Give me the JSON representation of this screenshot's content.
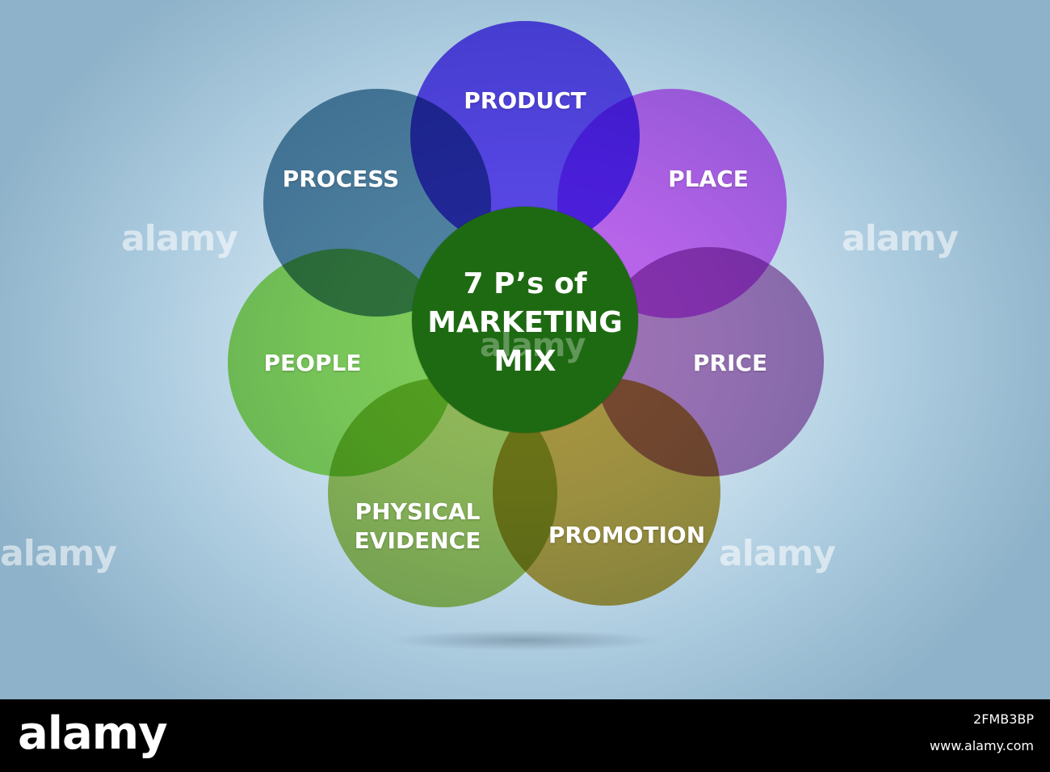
{
  "diagram": {
    "center_lines": [
      "7 P’s of",
      "MARKETING",
      "MIX"
    ],
    "petals": {
      "product": "PRODUCT",
      "place": "PLACE",
      "price": "PRICE",
      "promotion": "PROMOTION",
      "physical_evidence_line1": "PHYSICAL",
      "physical_evidence_line2": "EVIDENCE",
      "people": "PEOPLE",
      "process": "PROCESS"
    },
    "colors": {
      "product": "#6648e6",
      "place": "#d56af0",
      "price": "#b07ab8",
      "promotion": "#b79a3f",
      "physical_evidence": "#9fc25a",
      "people": "#8fd95a",
      "process": "#5f8ea8",
      "center": "#1e6a12"
    }
  },
  "watermark": {
    "text": "alamy",
    "image_id": "2FMB3BP",
    "site": "www.alamy.com"
  }
}
